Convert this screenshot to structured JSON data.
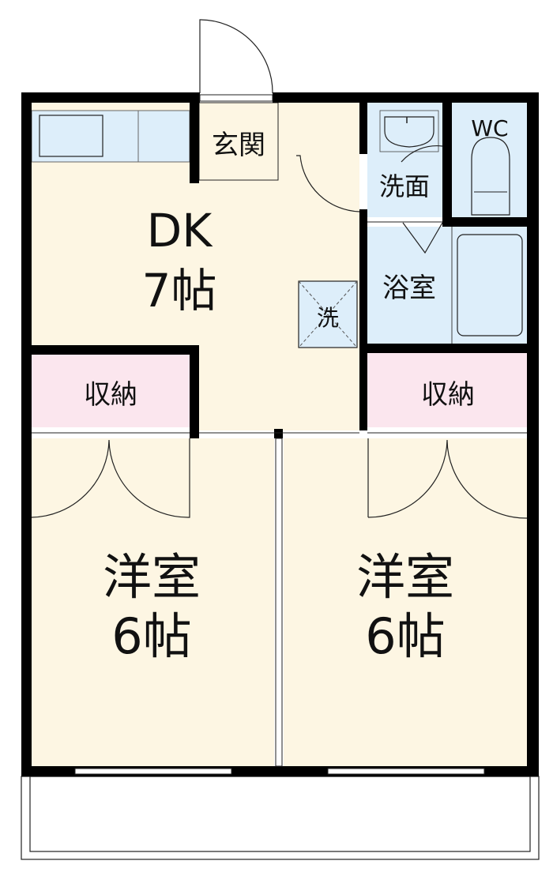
{
  "colors": {
    "wall": "#000000",
    "living": "#fdf6e3",
    "wet": "#ddeefa",
    "storage": "#fbe6ee"
  },
  "rooms": {
    "dk": {
      "name": "DK",
      "size": "7帖"
    },
    "entrance": {
      "name": "玄関"
    },
    "washroom": {
      "name": "洗面"
    },
    "wc": {
      "name": "WC"
    },
    "bath": {
      "name": "浴室"
    },
    "washer": {
      "name": "洗"
    },
    "storage_left": {
      "name": "収納"
    },
    "storage_right": {
      "name": "収納"
    },
    "room_left": {
      "name": "洋室",
      "size": "6帖"
    },
    "room_right": {
      "name": "洋室",
      "size": "6帖"
    }
  }
}
